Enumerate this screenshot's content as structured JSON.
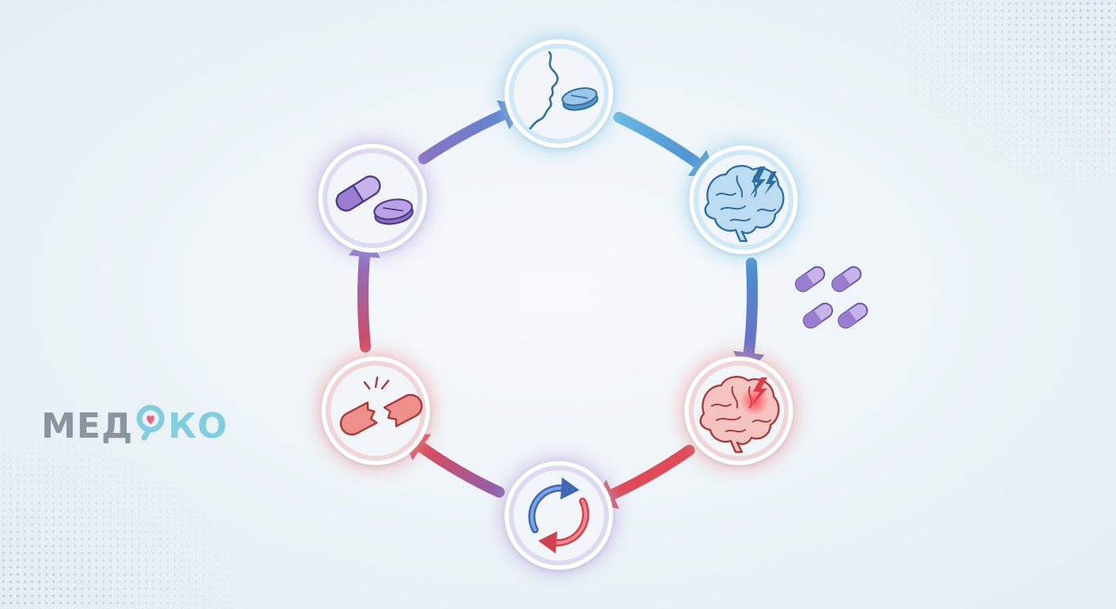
{
  "logo": {
    "part1": "МЕД",
    "part2": "КО"
  },
  "colors": {
    "blue": "#4a8ed0",
    "lightBlue": "#6bb7e3",
    "purple": "#8a72c4",
    "violet": "#7f5fb8",
    "red": "#e04a56",
    "coral": "#e98a88",
    "logoGray": "#8b95a0",
    "logoTeal": "#7fcfe0"
  },
  "stages": [
    {
      "id": "oral-intake",
      "icon": "face-with-pill-icon",
      "tint": "#8ed2ee"
    },
    {
      "id": "brain-stimulation",
      "icon": "brain-lightning-icon",
      "tint": "#8ed2ee"
    },
    {
      "id": "brain-pain",
      "icon": "brain-pain-icon",
      "tint": "#f29a98"
    },
    {
      "id": "cycle-repeat",
      "icon": "circular-arrows-icon",
      "tint": "#b7a6e0"
    },
    {
      "id": "pill-broken",
      "icon": "broken-capsule-icon",
      "tint": "#f29a98"
    },
    {
      "id": "more-pills",
      "icon": "capsule-and-tablet-icon",
      "tint": "#b7a6e0"
    }
  ],
  "arrows": [
    {
      "from": 0,
      "to": 1,
      "colors": [
        "#6ab8e2",
        "#4a8ed0"
      ]
    },
    {
      "from": 1,
      "to": 2,
      "colors": [
        "#4a8ed0",
        "#6a6fc8"
      ]
    },
    {
      "from": 2,
      "to": 3,
      "colors": [
        "#e04a56",
        "#e04a56"
      ]
    },
    {
      "from": 3,
      "to": 4,
      "colors": [
        "#8d5fae",
        "#e04a56"
      ]
    },
    {
      "from": 4,
      "to": 5,
      "colors": [
        "#d24a66",
        "#8a72c4"
      ]
    },
    {
      "from": 5,
      "to": 0,
      "colors": [
        "#8a72c4",
        "#5f86d0"
      ]
    }
  ],
  "extraPills": {
    "icon": "capsules-icon",
    "count": 4
  }
}
